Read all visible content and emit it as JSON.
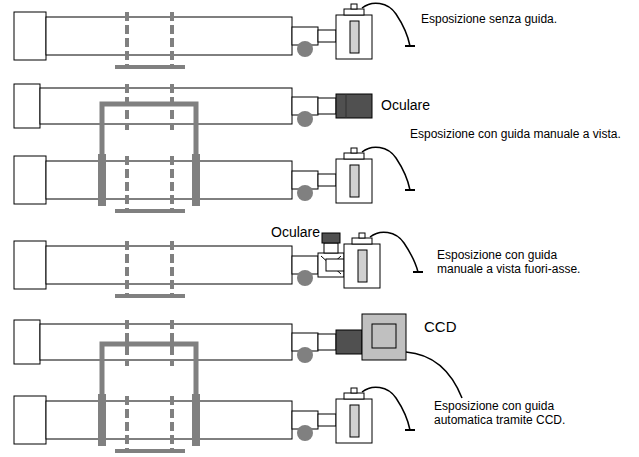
{
  "diagram": {
    "labels": [
      "Esposizione senza guida.",
      "Oculare",
      "Esposizione con guida manuale a vista.",
      "Oculare",
      "Esposizione con guida manuale a vista fuori-asse.",
      "CCD",
      "Esposizione con guida automatica tramite CCD."
    ]
  }
}
